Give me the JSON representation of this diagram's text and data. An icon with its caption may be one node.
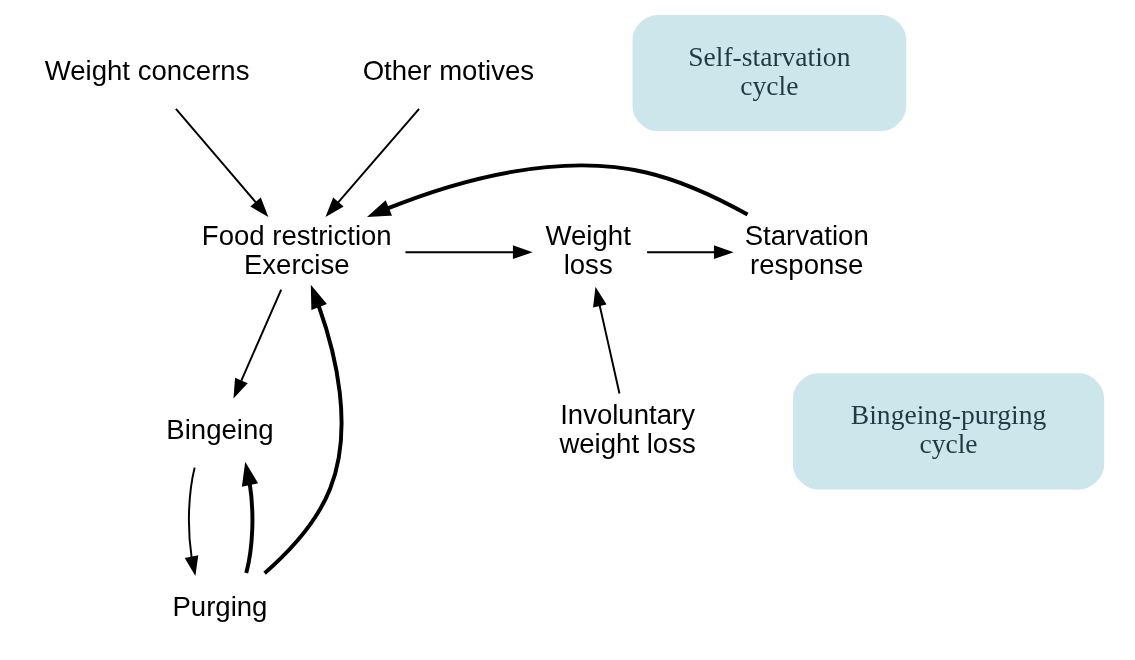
{
  "diagram": {
    "nodes": [
      {
        "text": [
          "Weight concerns"
        ]
      },
      {
        "text": [
          "Other motives"
        ]
      },
      {
        "text": [
          "Self-starvation cycle"
        ]
      },
      {
        "text": [
          "Food restriction",
          "Exercise"
        ]
      },
      {
        "text": [
          "Weight loss"
        ]
      },
      {
        "text": [
          "Starvation response"
        ]
      },
      {
        "text": [
          "Bingeing-purging cycle"
        ]
      },
      {
        "text": [
          "Bingeing"
        ]
      },
      {
        "text": [
          "Involuntary weight loss"
        ]
      },
      {
        "text": [
          "Purging"
        ]
      }
    ],
    "edges": [
      {
        "from": 0,
        "to": 3,
        "arrow": "to"
      },
      {
        "from": 1,
        "to": 3,
        "arrow": "to"
      },
      {
        "from": 3,
        "to": 4,
        "arrow": "to"
      },
      {
        "from": 4,
        "to": 5,
        "arrow": "to"
      },
      {
        "from": 8,
        "to": 4,
        "arrow": "to"
      },
      {
        "from": 5,
        "to": 3,
        "arrow": "to",
        "style": "thick"
      },
      {
        "from": 3,
        "to": 7,
        "arrow": "to"
      },
      {
        "from": 7,
        "to": 9,
        "arrow": "to"
      },
      {
        "from": 9,
        "to": 3,
        "arrow": "to",
        "style": "thick"
      },
      {
        "from": 9,
        "to": 7,
        "arrow": "to",
        "style": "thick"
      }
    ]
  }
}
